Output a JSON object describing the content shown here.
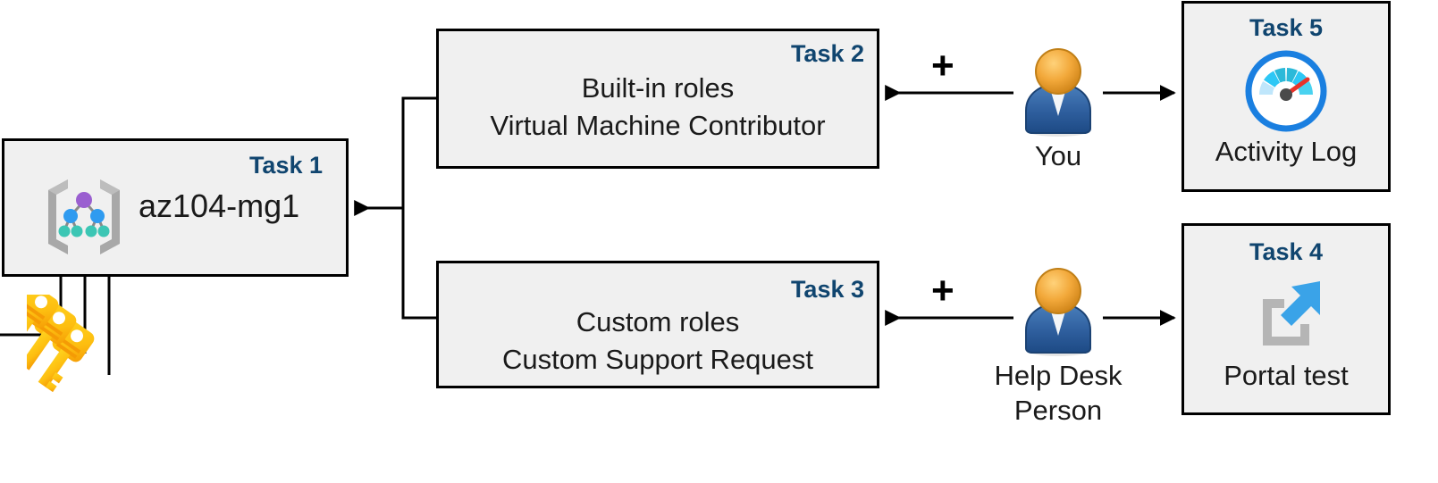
{
  "diagram": {
    "title": "Azure RBAC task diagram",
    "accent_color": "#10456f",
    "box_fill": "#f0f0f0",
    "box_border": "#000000"
  },
  "boxes": {
    "task1": {
      "label": "Task 1",
      "name": "az104-mg1",
      "icon": "management-group-icon"
    },
    "task2": {
      "label": "Task 2",
      "line1": "Built-in roles",
      "line2": "Virtual Machine Contributor"
    },
    "task3": {
      "label": "Task 3",
      "line1": "Custom roles",
      "line2": "Custom Support Request"
    },
    "task4": {
      "label": "Task 4",
      "caption": "Portal test",
      "icon": "external-link-icon"
    },
    "task5": {
      "label": "Task 5",
      "caption": "Activity Log",
      "icon": "gauge-icon"
    }
  },
  "actors": {
    "you": {
      "name": "You",
      "icon": "user-icon"
    },
    "help_desk": {
      "name_line1": "Help Desk",
      "name_line2": "Person",
      "icon": "user-icon"
    }
  },
  "symbols": {
    "plus_top": "+",
    "plus_bottom": "+"
  },
  "icons": {
    "keys": "three-keys-icon"
  }
}
